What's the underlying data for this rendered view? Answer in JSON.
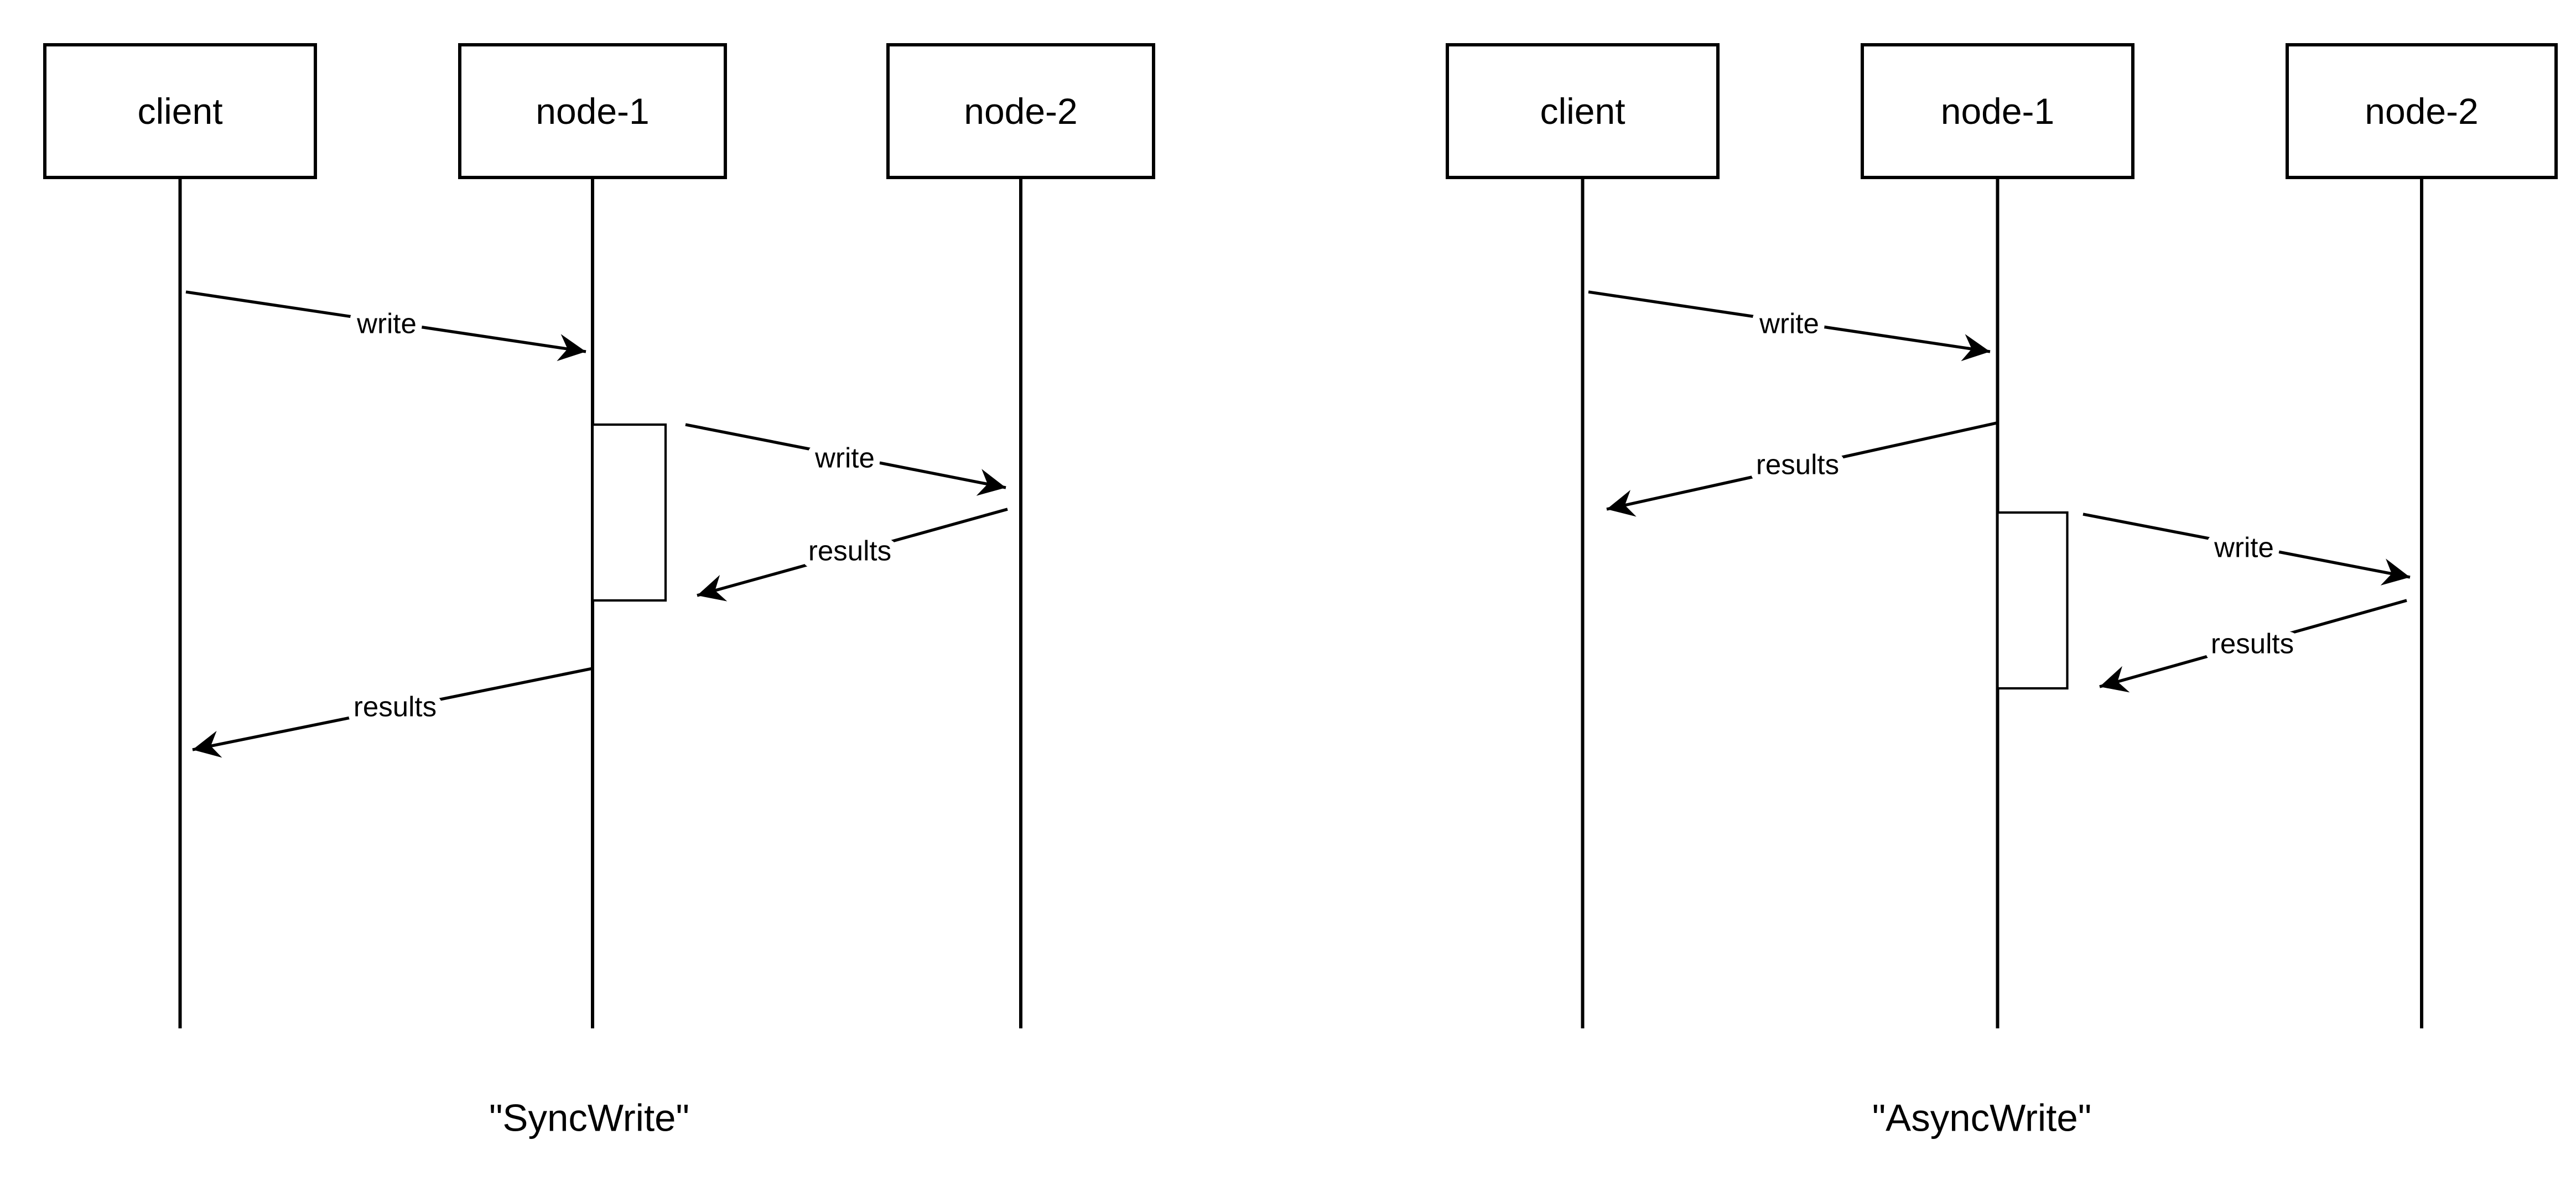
{
  "colors": {
    "stroke": "#000000",
    "background": "#ffffff"
  },
  "diagrams": [
    {
      "caption": "\"SyncWrite\"",
      "actors": [
        {
          "name": "client"
        },
        {
          "name": "node-1"
        },
        {
          "name": "node-2"
        }
      ],
      "messages": [
        {
          "from": "client",
          "to": "node-1",
          "label": "write"
        },
        {
          "from": "node-1",
          "to": "node-2",
          "label": "write"
        },
        {
          "from": "node-2",
          "to": "node-1",
          "label": "results"
        },
        {
          "from": "node-1",
          "to": "client",
          "label": "results"
        }
      ]
    },
    {
      "caption": "\"AsyncWrite\"",
      "actors": [
        {
          "name": "client"
        },
        {
          "name": "node-1"
        },
        {
          "name": "node-2"
        }
      ],
      "messages": [
        {
          "from": "client",
          "to": "node-1",
          "label": "write"
        },
        {
          "from": "node-1",
          "to": "client",
          "label": "results"
        },
        {
          "from": "node-1",
          "to": "node-2",
          "label": "write"
        },
        {
          "from": "node-2",
          "to": "node-1",
          "label": "results"
        }
      ]
    }
  ]
}
